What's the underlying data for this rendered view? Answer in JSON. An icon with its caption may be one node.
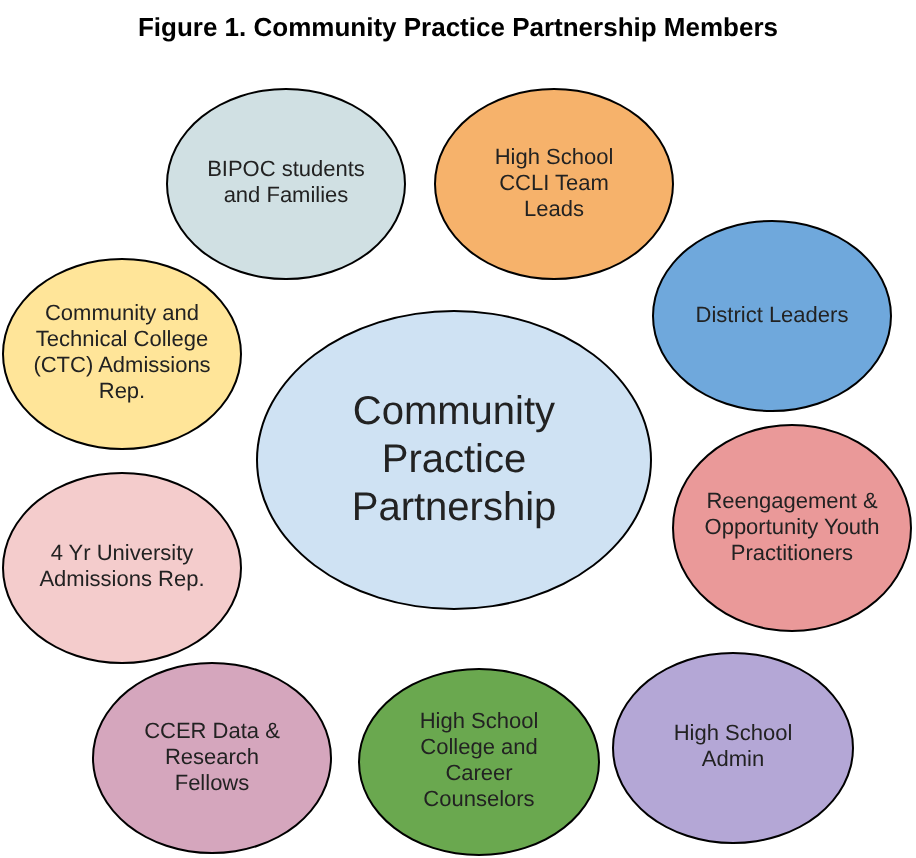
{
  "diagram": {
    "title": "Figure 1. Community Practice Partnership Members",
    "nodes": [
      {
        "text": [
          "BIPOC students and Families"
        ]
      },
      {
        "text": [
          "High School CCLI Team Leads"
        ]
      },
      {
        "text": [
          "District Leaders"
        ]
      },
      {
        "text": [
          "Community and Technical College (CTC) Admissions Rep."
        ]
      },
      {
        "text": [
          "Community Practice Partnership"
        ]
      },
      {
        "text": [
          "Reengagement & Opportunity Youth Practitioners"
        ]
      },
      {
        "text": [
          "4 Yr University Admissions Rep."
        ]
      },
      {
        "text": [
          "CCER Data & Research Fellows"
        ]
      },
      {
        "text": [
          "High School College and Career Counselors"
        ]
      },
      {
        "text": [
          "High School Admin"
        ]
      }
    ],
    "edges": []
  }
}
